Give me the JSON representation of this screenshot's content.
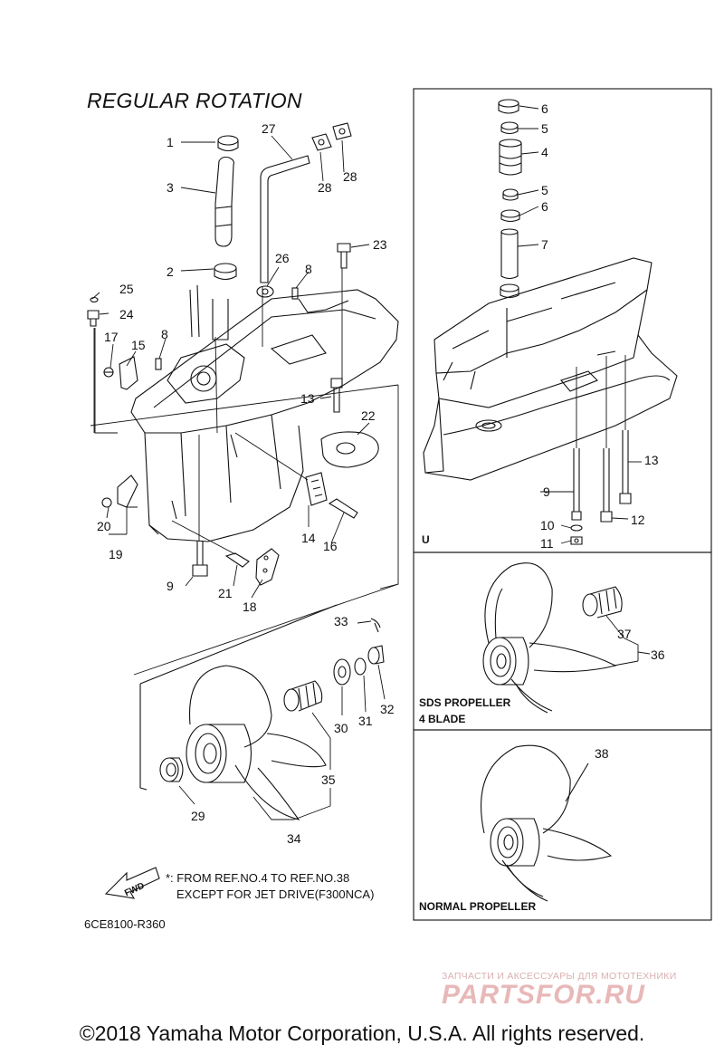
{
  "title": "REGULAR ROTATION",
  "callouts": [
    "1",
    "2",
    "3",
    "4",
    "5",
    "6",
    "7",
    "8",
    "9",
    "10",
    "11",
    "12",
    "13",
    "14",
    "15",
    "16",
    "17",
    "18",
    "19",
    "20",
    "21",
    "22",
    "23",
    "24",
    "25",
    "26",
    "27",
    "28",
    "29",
    "30",
    "31",
    "32",
    "33",
    "34",
    "35",
    "36",
    "37",
    "38"
  ],
  "panels": {
    "upper": {
      "label": "U"
    },
    "sds": {
      "label_line1": "SDS PROPELLER",
      "label_line2": "4 BLADE"
    },
    "normal": {
      "label": "NORMAL PROPELLER"
    }
  },
  "note": {
    "line1": "*: FROM REF.NO.4 TO REF.NO.38",
    "line2": "EXCEPT FOR JET DRIVE(F300NCA)"
  },
  "fwd_label": "FWD",
  "diagram_code": "6CE8100-R360",
  "watermark": {
    "top": "ЗАПЧАСТИ И АКСЕССУАРЫ ДЛЯ МОТОТЕХНИКИ",
    "logo": "PARTSFOR.RU"
  },
  "copyright": "©2018 Yamaha Motor Corporation, U.S.A. All rights reserved."
}
